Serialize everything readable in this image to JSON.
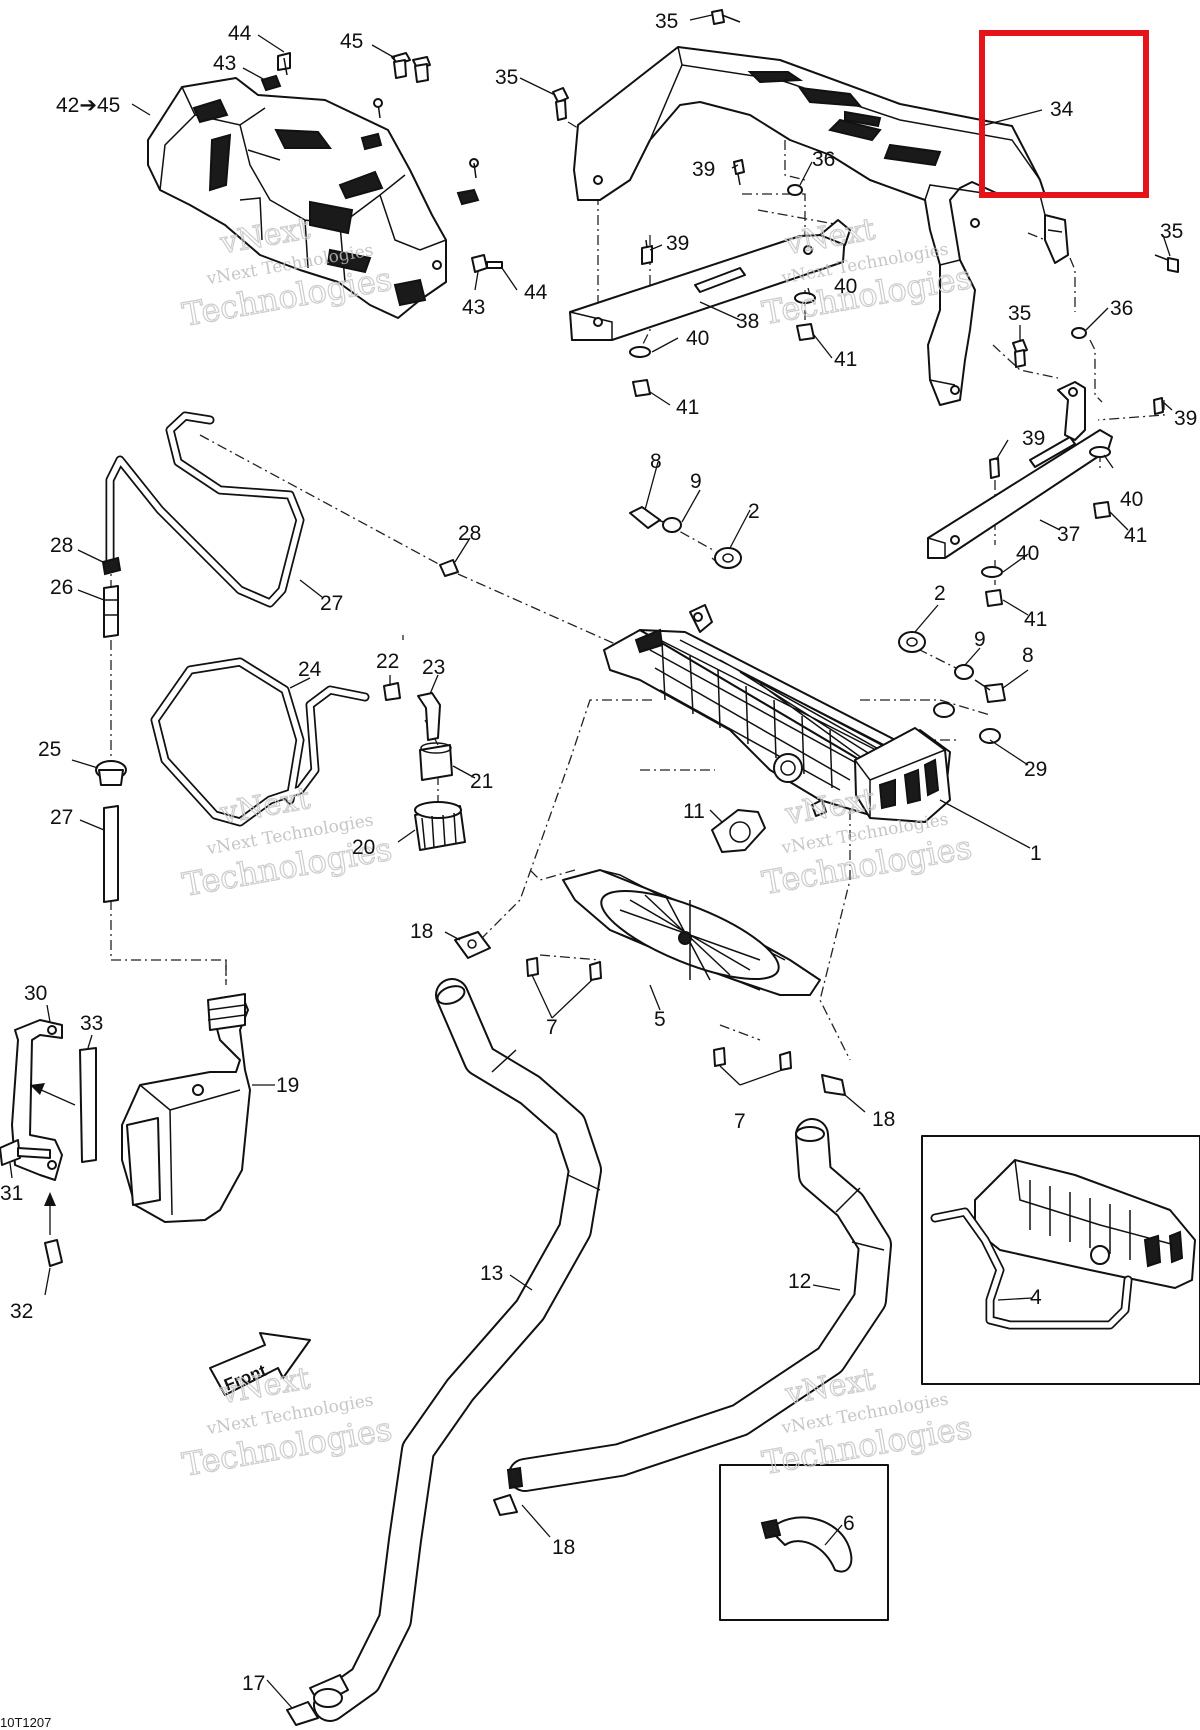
{
  "diagram": {
    "document_code": "10T1207",
    "front_label": "Front",
    "watermark": {
      "brand_line": "vNext Technologies",
      "big_word": "Technologies",
      "stamp_word": "vNext"
    },
    "highlight_color": "#e5141b",
    "line_color": "#111111",
    "callouts": [
      {
        "id": "c44a",
        "label": "44"
      },
      {
        "id": "c43a",
        "label": "43"
      },
      {
        "id": "c42",
        "label": "42➔45"
      },
      {
        "id": "c45",
        "label": "45"
      },
      {
        "id": "c43b",
        "label": "43"
      },
      {
        "id": "c44b",
        "label": "44"
      },
      {
        "id": "c35a",
        "label": "35"
      },
      {
        "id": "c35b",
        "label": "35"
      },
      {
        "id": "c34",
        "label": "34"
      },
      {
        "id": "c39a",
        "label": "39"
      },
      {
        "id": "c36a",
        "label": "36"
      },
      {
        "id": "c39b",
        "label": "39"
      },
      {
        "id": "c40a",
        "label": "40"
      },
      {
        "id": "c38",
        "label": "38"
      },
      {
        "id": "c40b",
        "label": "40"
      },
      {
        "id": "c41a",
        "label": "41"
      },
      {
        "id": "c41b",
        "label": "41"
      },
      {
        "id": "c35c",
        "label": "35"
      },
      {
        "id": "c35d",
        "label": "35"
      },
      {
        "id": "c36b",
        "label": "36"
      },
      {
        "id": "c39c",
        "label": "39"
      },
      {
        "id": "c39d",
        "label": "39"
      },
      {
        "id": "c40c",
        "label": "40"
      },
      {
        "id": "c41c",
        "label": "41"
      },
      {
        "id": "c37",
        "label": "37"
      },
      {
        "id": "c40d",
        "label": "40"
      },
      {
        "id": "c41d",
        "label": "41"
      },
      {
        "id": "c8a",
        "label": "8"
      },
      {
        "id": "c9a",
        "label": "9"
      },
      {
        "id": "c2a",
        "label": "2"
      },
      {
        "id": "c28a",
        "label": "28"
      },
      {
        "id": "c26",
        "label": "26"
      },
      {
        "id": "c28b",
        "label": "28"
      },
      {
        "id": "c27a",
        "label": "27"
      },
      {
        "id": "c2b",
        "label": "2"
      },
      {
        "id": "c9b",
        "label": "9"
      },
      {
        "id": "c8b",
        "label": "8"
      },
      {
        "id": "c24",
        "label": "24"
      },
      {
        "id": "c22",
        "label": "22"
      },
      {
        "id": "c23",
        "label": "23"
      },
      {
        "id": "c25",
        "label": "25"
      },
      {
        "id": "c21",
        "label": "21"
      },
      {
        "id": "c29",
        "label": "29"
      },
      {
        "id": "c27b",
        "label": "27"
      },
      {
        "id": "c20",
        "label": "20"
      },
      {
        "id": "c11",
        "label": "11"
      },
      {
        "id": "c1",
        "label": "1"
      },
      {
        "id": "c18a",
        "label": "18"
      },
      {
        "id": "c30",
        "label": "30"
      },
      {
        "id": "c33",
        "label": "33"
      },
      {
        "id": "c7a",
        "label": "7"
      },
      {
        "id": "c5",
        "label": "5"
      },
      {
        "id": "c19",
        "label": "19"
      },
      {
        "id": "c7b",
        "label": "7"
      },
      {
        "id": "c18b",
        "label": "18"
      },
      {
        "id": "c31",
        "label": "31"
      },
      {
        "id": "c13",
        "label": "13"
      },
      {
        "id": "c32",
        "label": "32"
      },
      {
        "id": "c12",
        "label": "12"
      },
      {
        "id": "c4",
        "label": "4"
      },
      {
        "id": "c6",
        "label": "6"
      },
      {
        "id": "c18c",
        "label": "18"
      },
      {
        "id": "c17",
        "label": "17"
      }
    ]
  }
}
